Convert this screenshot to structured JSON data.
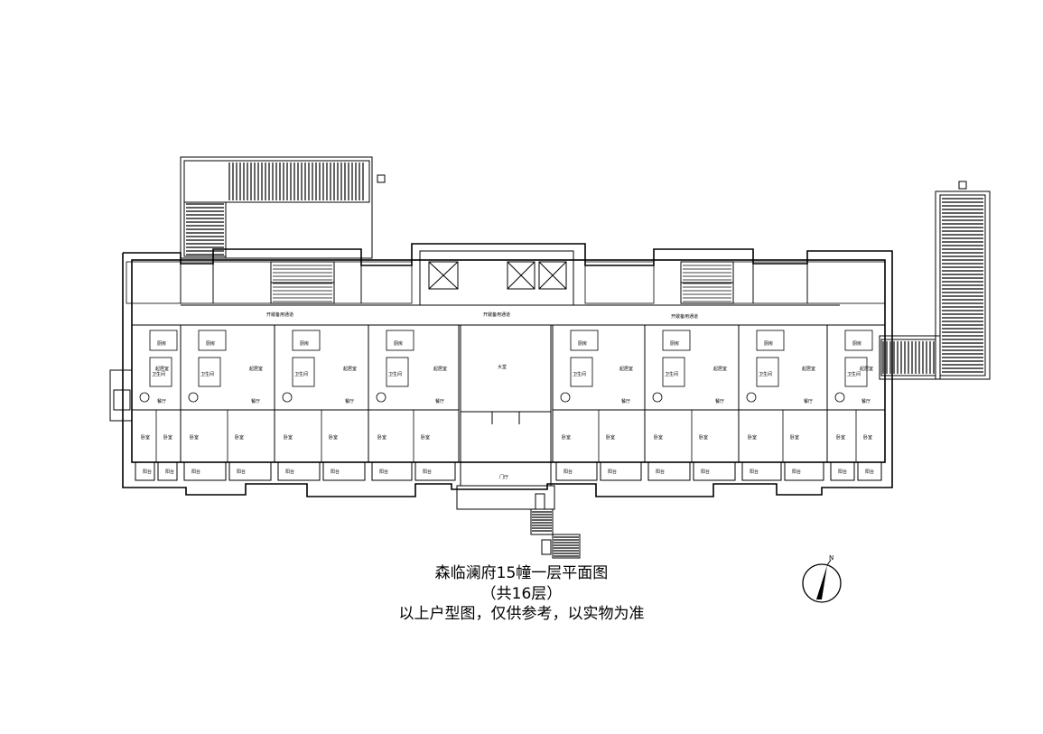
{
  "caption": {
    "title": "森临澜府15幢一层平面图",
    "floors": "（共16层）",
    "disclaimer": "以上户型图，仅供参考，以实物为准"
  },
  "compass": {
    "label": "N"
  },
  "rooms": {
    "lobby": "大堂",
    "entrance": "门厅",
    "corridor": "开敞备用通道",
    "bedroom": "卧室",
    "living": "起居室",
    "bath": "卫生间",
    "kitchen": "厨房",
    "dining": "餐厅",
    "balcony": "阳台"
  }
}
